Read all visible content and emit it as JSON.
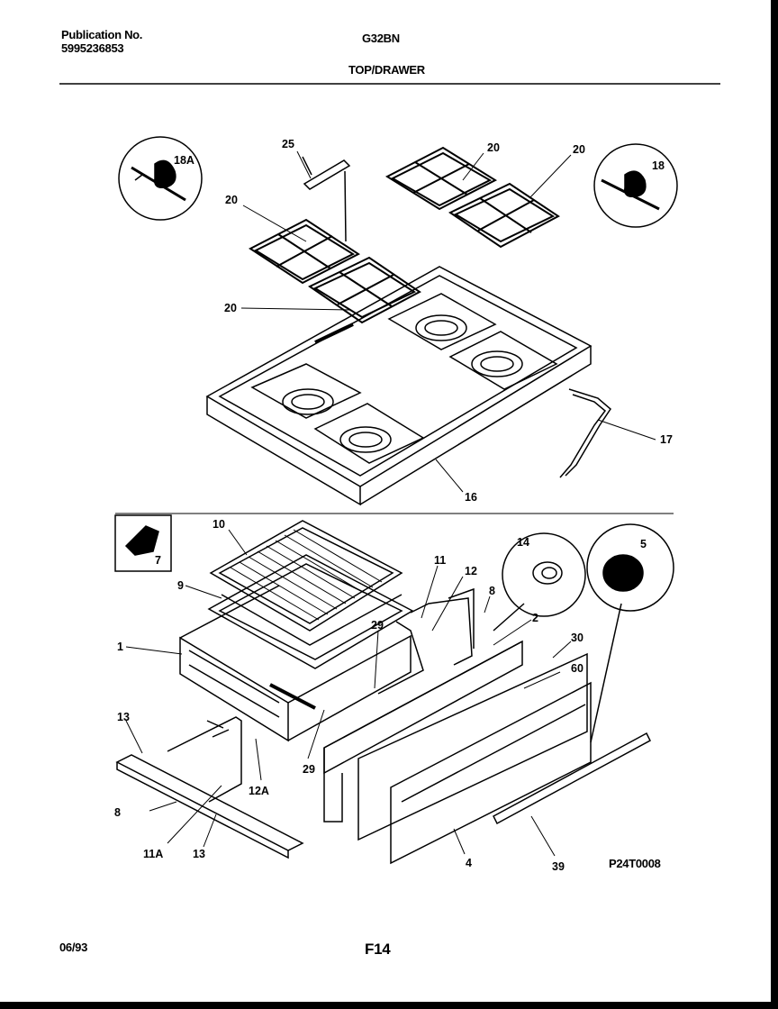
{
  "header": {
    "publication_label": "Publication No.",
    "publication_number": "5995236853",
    "model": "G32BN",
    "section_title": "TOP/DRAWER"
  },
  "footer": {
    "date": "06/93",
    "page": "F14",
    "diagram_code": "P24T0008"
  },
  "callouts": [
    {
      "id": "c25",
      "text": "25"
    },
    {
      "id": "c20a",
      "text": "20"
    },
    {
      "id": "c20b",
      "text": "20"
    },
    {
      "id": "c20c",
      "text": "20"
    },
    {
      "id": "c20d",
      "text": "20"
    },
    {
      "id": "c18A",
      "text": "18A"
    },
    {
      "id": "c18",
      "text": "18"
    },
    {
      "id": "c17",
      "text": "17"
    },
    {
      "id": "c16",
      "text": "16"
    },
    {
      "id": "c7",
      "text": "7"
    },
    {
      "id": "c10",
      "text": "10"
    },
    {
      "id": "c9",
      "text": "9"
    },
    {
      "id": "c1",
      "text": "1"
    },
    {
      "id": "c11",
      "text": "11"
    },
    {
      "id": "c12",
      "text": "12"
    },
    {
      "id": "c8a",
      "text": "8"
    },
    {
      "id": "c14",
      "text": "14"
    },
    {
      "id": "c5",
      "text": "5"
    },
    {
      "id": "c2",
      "text": "2"
    },
    {
      "id": "c30",
      "text": "30"
    },
    {
      "id": "c60",
      "text": "60"
    },
    {
      "id": "c29a",
      "text": "29"
    },
    {
      "id": "c29b",
      "text": "29"
    },
    {
      "id": "c13a",
      "text": "13"
    },
    {
      "id": "c13b",
      "text": "13"
    },
    {
      "id": "c12A",
      "text": "12A"
    },
    {
      "id": "c8b",
      "text": "8"
    },
    {
      "id": "c11A",
      "text": "11A"
    },
    {
      "id": "c4",
      "text": "4"
    },
    {
      "id": "c39",
      "text": "39"
    }
  ]
}
